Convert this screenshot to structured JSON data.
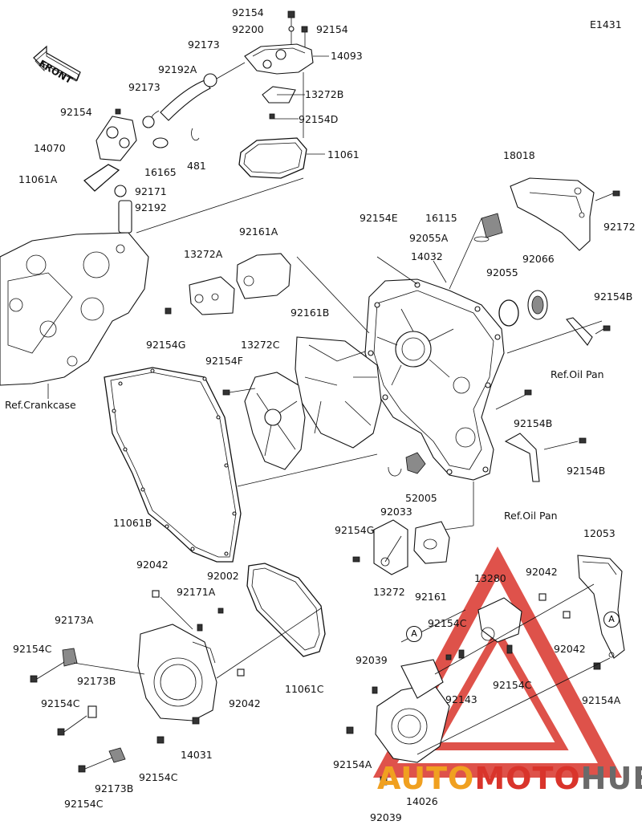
{
  "diagram": {
    "code": "E1431",
    "front_label": "FRONT",
    "callout_letter": "A",
    "labels": {
      "l_92154_a": "92154",
      "l_92200": "92200",
      "l_92154_b": "92154",
      "l_14093": "14093",
      "l_92173_top": "92173",
      "l_92192A": "92192A",
      "l_13272B": "13272B",
      "l_92173_mid": "92173",
      "l_92154D": "92154D",
      "l_92154_c": "92154",
      "l_14070": "14070",
      "l_16165": "16165",
      "l_481": "481",
      "l_11061": "11061",
      "l_11061A": "11061A",
      "l_92171": "92171",
      "l_92192": "92192",
      "l_18018": "18018",
      "l_92172": "92172",
      "l_92154E": "92154E",
      "l_16115": "16115",
      "l_92055A": "92055A",
      "l_92161A": "92161A",
      "l_13272A": "13272A",
      "l_14032": "14032",
      "l_92066": "92066",
      "l_92055": "92055",
      "l_92154B_1": "92154B",
      "l_92161B": "92161B",
      "l_92154G_1": "92154G",
      "l_13272C": "13272C",
      "l_92154F": "92154F",
      "l_ref_oil_pan_1": "Ref.Oil Pan",
      "l_ref_crankcase": "Ref.Crankcase",
      "l_92154B_2": "92154B",
      "l_92154B_3": "92154B",
      "l_52005": "52005",
      "l_92033": "92033",
      "l_ref_oil_pan_2": "Ref.Oil Pan",
      "l_11061B": "11061B",
      "l_92154G_2": "92154G",
      "l_12053": "12053",
      "l_92042_1": "92042",
      "l_92002": "92002",
      "l_92171A": "92171A",
      "l_13272": "13272",
      "l_92161": "92161",
      "l_13280": "13280",
      "l_92042_2": "92042",
      "l_92173A": "92173A",
      "l_92154C_1": "92154C",
      "l_92154C_2": "92154C",
      "l_92042_3": "92042",
      "l_92039_1": "92039",
      "l_92143": "92143",
      "l_92154C_3": "92154C",
      "l_92154C_4": "92154C",
      "l_92173B_1": "92173B",
      "l_11061C": "11061C",
      "l_92154A_1": "92154A",
      "l_92042_4": "92042",
      "l_14031": "14031",
      "l_92154C_5": "92154C",
      "l_92173B_2": "92173B",
      "l_92154A_2": "92154A",
      "l_92154C_6": "92154C",
      "l_14026": "14026",
      "l_92039_2": "92039"
    },
    "watermark": {
      "part1": "AUTO",
      "part2": "MOTO",
      "part3": "HUB"
    },
    "colors": {
      "watermark_red": "#d9342b",
      "watermark_gray": "#6a6a6a",
      "watermark_orange": "#f0a020",
      "line": "#111111"
    }
  }
}
